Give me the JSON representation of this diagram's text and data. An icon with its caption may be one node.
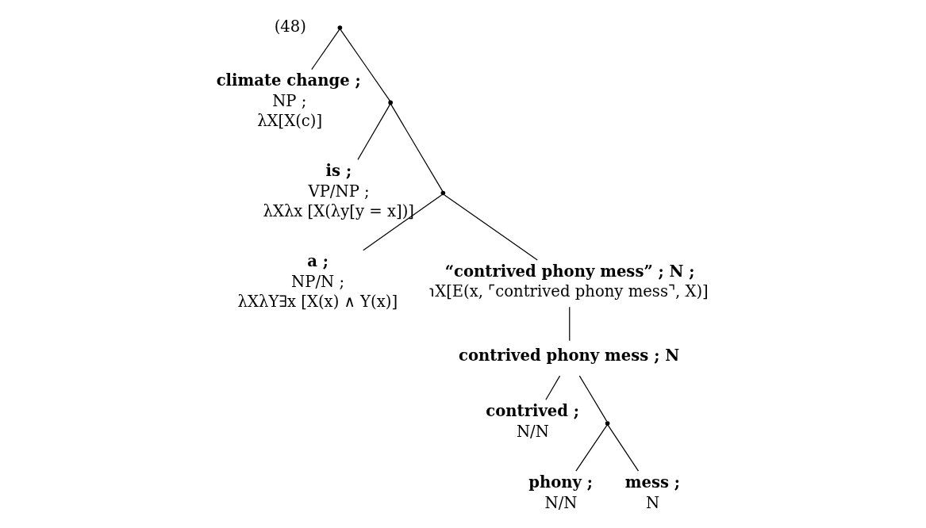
{
  "diagram": {
    "nodes": [
      {
        "text": [],
        "shape": "point"
      },
      {
        "text": [
          "climate change ;",
          "NP ;",
          "λX[X(c)]"
        ]
      },
      {
        "text": [],
        "shape": "point"
      },
      {
        "text": [
          "is ;",
          "VP/NP ;",
          "λXλx [X(λy[y = x])]"
        ]
      },
      {
        "text": [],
        "shape": "point"
      },
      {
        "text": [
          "a ;",
          "NP/N ;",
          "λXλY∃x [X(x) ∧ Y(x)]"
        ]
      },
      {
        "text": [
          "“contrived phony mess” ; N ;",
          "℩X[E(x, ⌜contrived phony mess⌝, X)]"
        ]
      },
      {
        "text": [
          "contrived phony mess ; N"
        ]
      },
      {
        "text": [
          "contrived ;",
          "N/N"
        ]
      },
      {
        "text": [],
        "shape": "point"
      },
      {
        "text": [
          "phony ;",
          "N/N"
        ]
      },
      {
        "text": [
          "mess ;",
          "N"
        ]
      }
    ],
    "edges": [
      {
        "from": 0,
        "to": 1,
        "arrow": "none"
      },
      {
        "from": 0,
        "to": 2,
        "arrow": "none"
      },
      {
        "from": 2,
        "to": 3,
        "arrow": "none"
      },
      {
        "from": 2,
        "to": 4,
        "arrow": "none"
      },
      {
        "from": 4,
        "to": 5,
        "arrow": "none"
      },
      {
        "from": 4,
        "to": 6,
        "arrow": "none"
      },
      {
        "from": 6,
        "to": 7,
        "arrow": "none"
      },
      {
        "from": 7,
        "to": 8,
        "arrow": "none"
      },
      {
        "from": 7,
        "to": 9,
        "arrow": "none"
      },
      {
        "from": 9,
        "to": 10,
        "arrow": "none"
      },
      {
        "from": 9,
        "to": 11,
        "arrow": "none"
      }
    ],
    "labels": [
      "(48)"
    ]
  }
}
